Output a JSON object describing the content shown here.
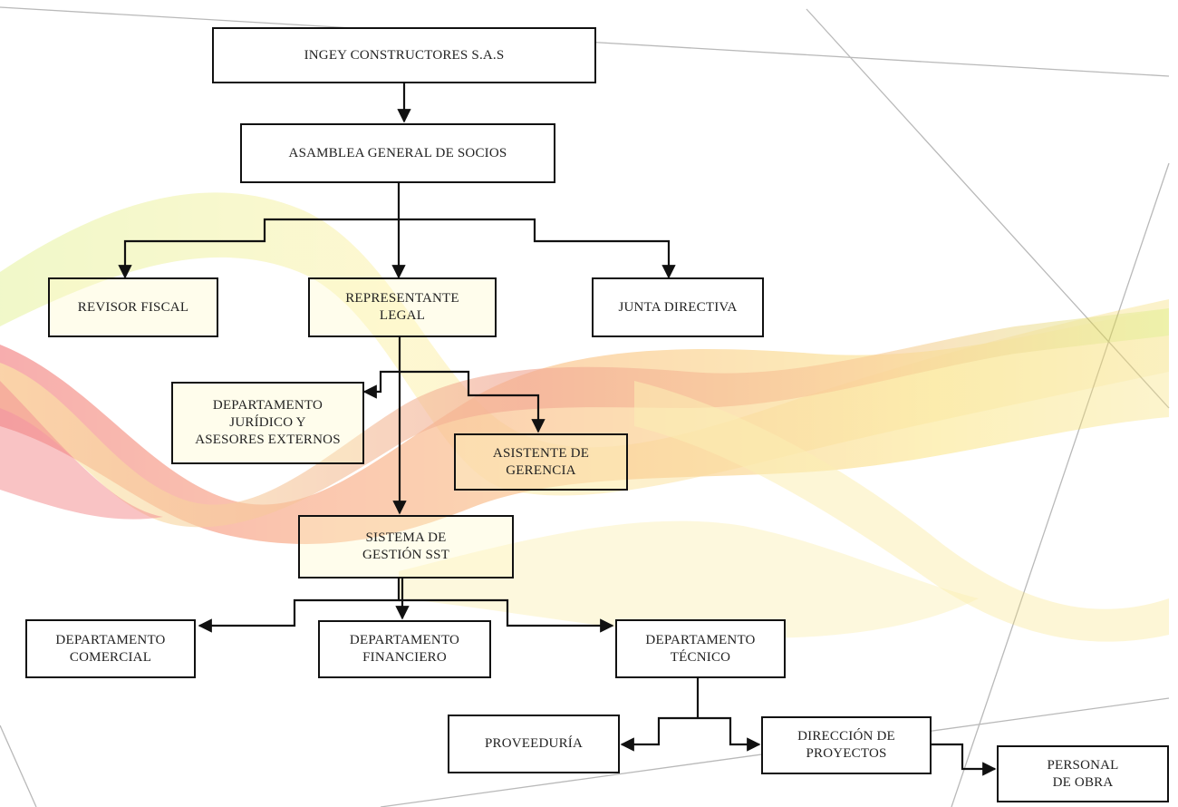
{
  "nodes": {
    "ingey": "INGEY CONSTRUCTORES S.A.S",
    "asamblea": "ASAMBLEA GENERAL DE SOCIOS",
    "revisor": "REVISOR FISCAL",
    "representante": "REPRESENTANTE\nLEGAL",
    "junta": "JUNTA DIRECTIVA",
    "juridico": "DEPARTAMENTO\nJURÍDICO Y\nASESORES EXTERNOS",
    "asistente": "ASISTENTE DE\nGERENCIA",
    "sst": "SISTEMA DE\nGESTIÓN SST",
    "comercial": "DEPARTAMENTO\nCOMERCIAL",
    "financiero": "DEPARTAMENTO\nFINANCIERO",
    "tecnico": "DEPARTAMENTO\nTÉCNICO",
    "proveeduria": "PROVEEDURÍA",
    "direccion": "DIRECCIÓN DE\nPROYECTOS",
    "personal": "PERSONAL\nDE OBRA"
  },
  "colors": {
    "background_ribbon": [
      "#e8262a",
      "#f2662a",
      "#f6a633",
      "#f8d84a",
      "#c9e33a"
    ],
    "box_border": "#111111",
    "connector": "#111111"
  }
}
